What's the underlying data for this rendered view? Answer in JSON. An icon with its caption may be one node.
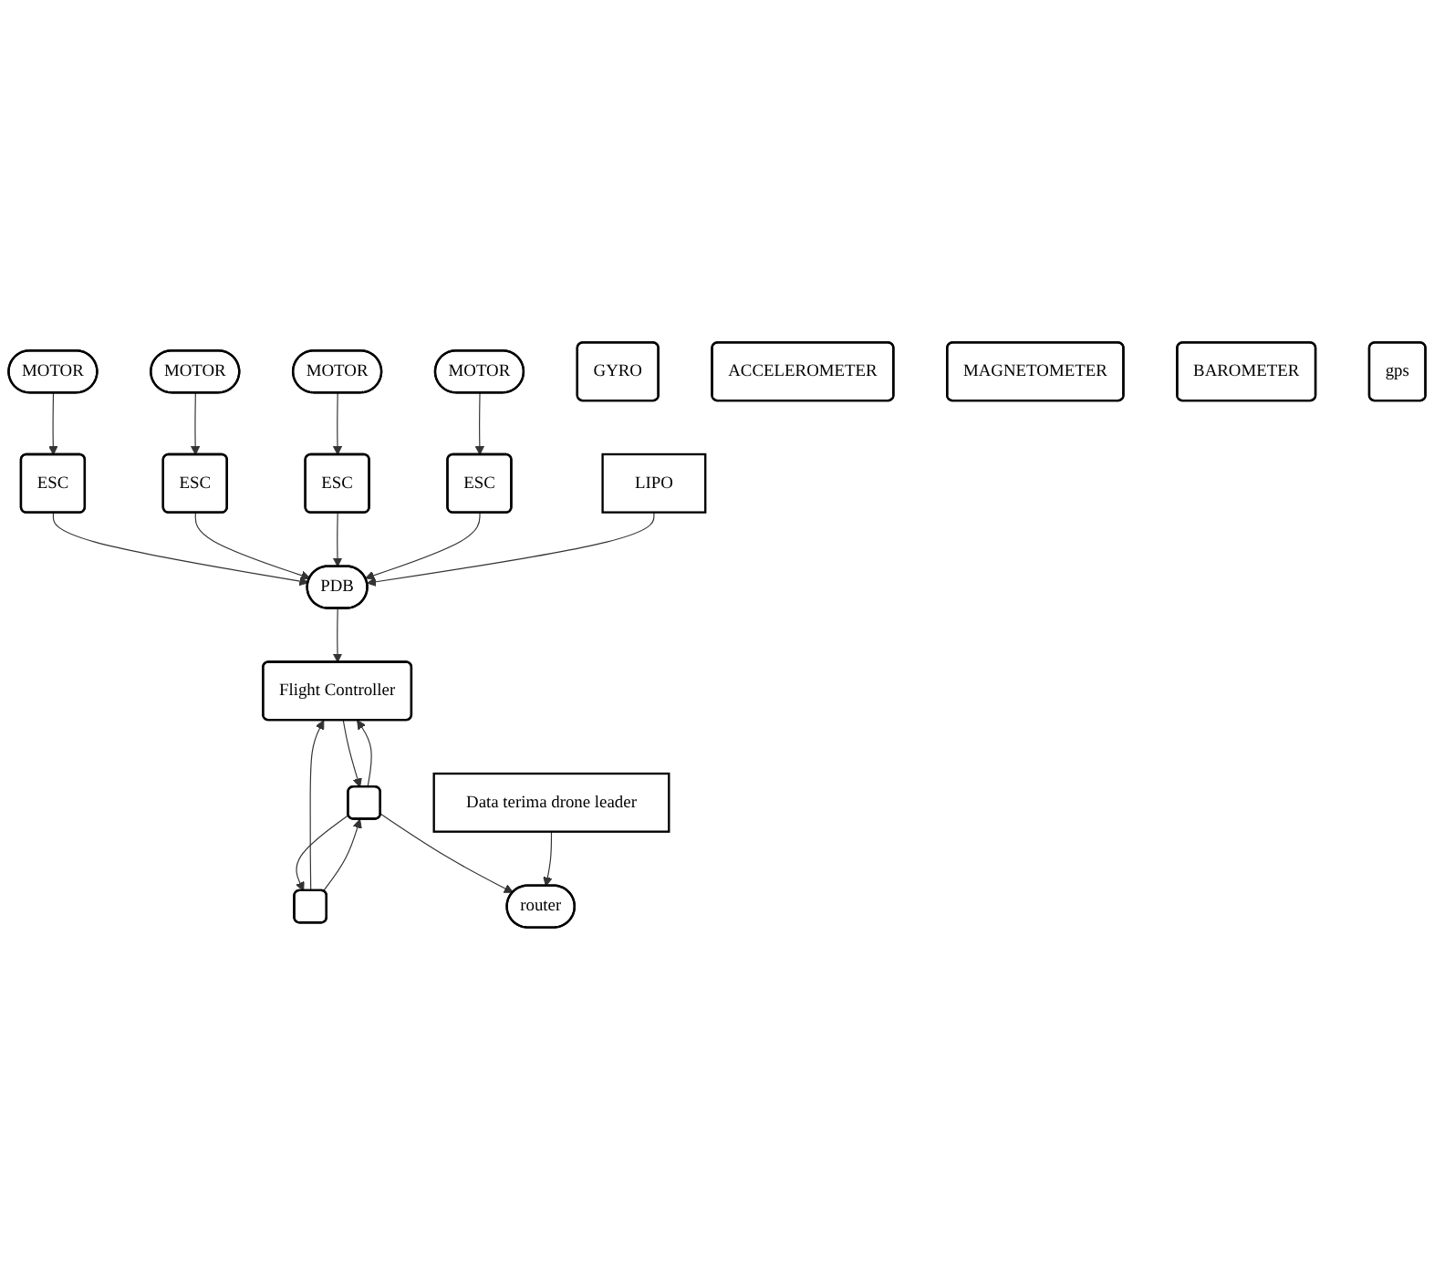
{
  "diagram": {
    "nodes": [
      {
        "text": [
          "MOTOR"
        ]
      },
      {
        "text": [
          "MOTOR"
        ]
      },
      {
        "text": [
          "MOTOR"
        ]
      },
      {
        "text": [
          "MOTOR"
        ]
      },
      {
        "text": [
          "ESC"
        ]
      },
      {
        "text": [
          "ESC"
        ]
      },
      {
        "text": [
          "ESC"
        ]
      },
      {
        "text": [
          "ESC"
        ]
      },
      {
        "text": [
          "LIPO"
        ]
      },
      {
        "text": [
          "PDB"
        ]
      },
      {
        "text": [
          "Flight Controller"
        ]
      },
      {
        "text": [
          "GYRO"
        ]
      },
      {
        "text": [
          "ACCELEROMETER"
        ]
      },
      {
        "text": [
          "MAGNETOMETER"
        ]
      },
      {
        "text": [
          "BAROMETER"
        ]
      },
      {
        "text": [],
        "shape": "box"
      },
      {
        "text": [],
        "shape": "box"
      },
      {
        "text": [
          "gps"
        ]
      },
      {
        "text": [
          "router"
        ]
      },
      {
        "text": [
          "Data terima drone leader"
        ]
      }
    ],
    "edges": [
      {
        "from": 0,
        "to": 4,
        "arrow": "to"
      },
      {
        "from": 1,
        "to": 5,
        "arrow": "to"
      },
      {
        "from": 2,
        "to": 6,
        "arrow": "to"
      },
      {
        "from": 3,
        "to": 7,
        "arrow": "to"
      },
      {
        "from": 4,
        "to": 9,
        "arrow": "to"
      },
      {
        "from": 5,
        "to": 9,
        "arrow": "to"
      },
      {
        "from": 6,
        "to": 9,
        "arrow": "to"
      },
      {
        "from": 7,
        "to": 9,
        "arrow": "to"
      },
      {
        "from": 8,
        "to": 9,
        "arrow": "to"
      },
      {
        "from": 9,
        "to": 10,
        "arrow": "to"
      },
      {
        "from": 15,
        "to": 10,
        "arrow": "to"
      },
      {
        "from": 15,
        "to": 16,
        "arrow": "to"
      },
      {
        "from": 16,
        "to": 15,
        "arrow": "to"
      },
      {
        "from": 10,
        "to": 16,
        "arrow": "to"
      },
      {
        "from": 16,
        "to": 10,
        "arrow": "to"
      },
      {
        "from": 16,
        "to": 18,
        "arrow": "to"
      },
      {
        "from": 19,
        "to": 18,
        "arrow": "to"
      }
    ]
  }
}
